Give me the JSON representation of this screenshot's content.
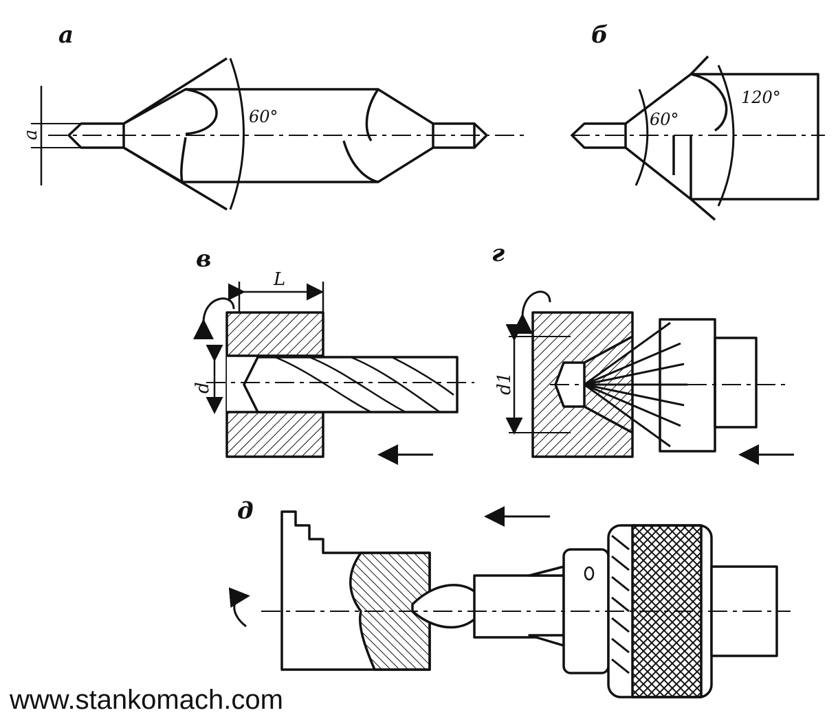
{
  "labels": {
    "a": "а",
    "b": "б",
    "v": "в",
    "g": "г",
    "d": "д"
  },
  "dimensions": {
    "a_dim": "а",
    "L": "L",
    "d": "d",
    "d1": "d1"
  },
  "angles": {
    "a_60": "60°",
    "b_60": "60°",
    "b_120": "120°"
  },
  "watermark": "www.stankomach.com",
  "colors": {
    "ink": "#111111",
    "paper": "#ffffff"
  }
}
